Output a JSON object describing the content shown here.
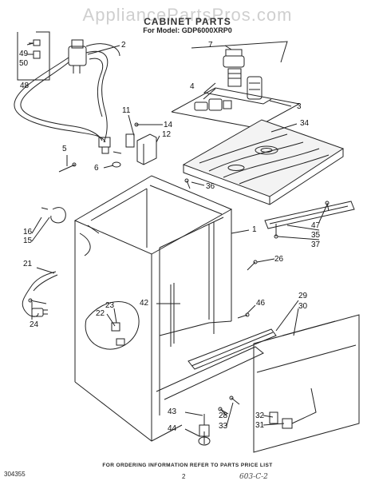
{
  "header": {
    "watermark": "AppliancePartsPros.com",
    "title": "CABINET PARTS",
    "model_line": "For Model: GDP6000XRP0"
  },
  "callouts": [
    {
      "id": "c49",
      "label": "49"
    },
    {
      "id": "c50",
      "label": "50"
    },
    {
      "id": "c48",
      "label": "48"
    },
    {
      "id": "c2",
      "label": "2"
    },
    {
      "id": "c7",
      "label": "7"
    },
    {
      "id": "c4",
      "label": "4"
    },
    {
      "id": "c3",
      "label": "3"
    },
    {
      "id": "c34",
      "label": "34"
    },
    {
      "id": "c11",
      "label": "11"
    },
    {
      "id": "c14",
      "label": "14"
    },
    {
      "id": "c12",
      "label": "12"
    },
    {
      "id": "c5",
      "label": "5"
    },
    {
      "id": "c6",
      "label": "6"
    },
    {
      "id": "c36",
      "label": "36"
    },
    {
      "id": "c1",
      "label": "1"
    },
    {
      "id": "c47",
      "label": "47"
    },
    {
      "id": "c35",
      "label": "35"
    },
    {
      "id": "c37",
      "label": "37"
    },
    {
      "id": "c16",
      "label": "16"
    },
    {
      "id": "c15",
      "label": "15"
    },
    {
      "id": "c26",
      "label": "26"
    },
    {
      "id": "c21",
      "label": "21"
    },
    {
      "id": "c42",
      "label": "42"
    },
    {
      "id": "c46",
      "label": "46"
    },
    {
      "id": "c23",
      "label": "23"
    },
    {
      "id": "c22",
      "label": "22"
    },
    {
      "id": "c24",
      "label": "24"
    },
    {
      "id": "c29",
      "label": "29"
    },
    {
      "id": "c30",
      "label": "30"
    },
    {
      "id": "c43",
      "label": "43"
    },
    {
      "id": "c28",
      "label": "28"
    },
    {
      "id": "c33",
      "label": "33"
    },
    {
      "id": "c44",
      "label": "44"
    },
    {
      "id": "c32",
      "label": "32"
    },
    {
      "id": "c31",
      "label": "31"
    }
  ],
  "footer": {
    "note": "FOR ORDERING INFORMATION REFER TO PARTS PRICE LIST",
    "page": "2",
    "doc_number": "304355",
    "handwritten_code": "603-C-2"
  }
}
